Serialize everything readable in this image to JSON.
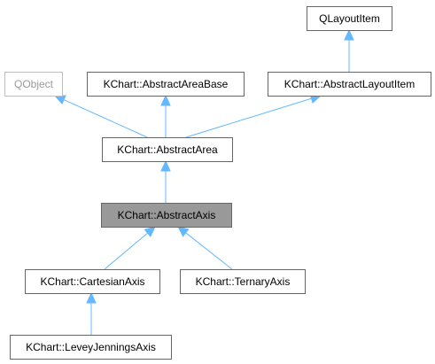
{
  "diagram": {
    "nodes": [
      {
        "id": "qlayoutitem",
        "label": "QLayoutItem",
        "style": "normal"
      },
      {
        "id": "qobject",
        "label": "QObject",
        "style": "faded"
      },
      {
        "id": "abstractareabase",
        "label": "KChart::AbstractAreaBase",
        "style": "normal"
      },
      {
        "id": "abstractlayoutitem",
        "label": "KChart::AbstractLayoutItem",
        "style": "normal"
      },
      {
        "id": "abstractarea",
        "label": "KChart::AbstractArea",
        "style": "normal"
      },
      {
        "id": "abstractaxis",
        "label": "KChart::AbstractAxis",
        "style": "current"
      },
      {
        "id": "cartesianaxis",
        "label": "KChart::CartesianAxis",
        "style": "normal"
      },
      {
        "id": "ternaryaxis",
        "label": "KChart::TernaryAxis",
        "style": "normal"
      },
      {
        "id": "leveyjenningsaxis",
        "label": "KChart::LeveyJenningsAxis",
        "style": "normal"
      }
    ],
    "edges": [
      {
        "from": "abstractlayoutitem",
        "to": "qlayoutitem"
      },
      {
        "from": "abstractarea",
        "to": "qobject"
      },
      {
        "from": "abstractarea",
        "to": "abstractareabase"
      },
      {
        "from": "abstractarea",
        "to": "abstractlayoutitem"
      },
      {
        "from": "abstractaxis",
        "to": "abstractarea"
      },
      {
        "from": "cartesianaxis",
        "to": "abstractaxis"
      },
      {
        "from": "ternaryaxis",
        "to": "abstractaxis"
      },
      {
        "from": "leveyjenningsaxis",
        "to": "cartesianaxis"
      }
    ],
    "colors": {
      "edge": "#63b8ff",
      "node_border": "#666666",
      "faded_border": "#bfbfbf",
      "current_fill": "#999999"
    }
  }
}
